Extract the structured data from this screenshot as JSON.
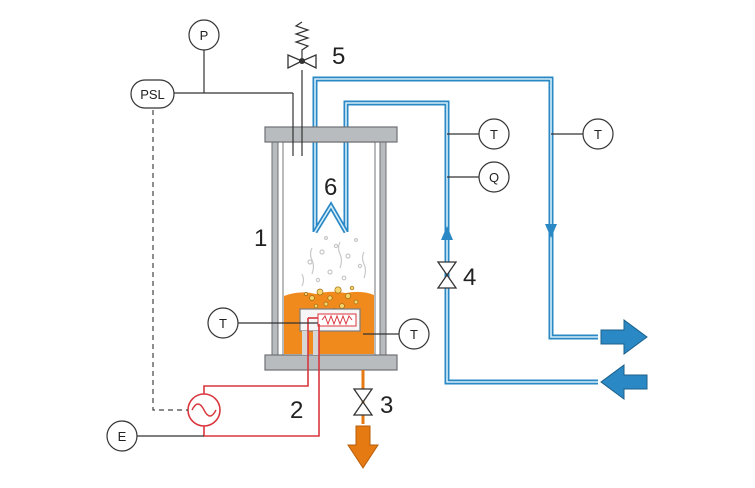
{
  "colors": {
    "water": "#2a88c4",
    "water_inner": "#d6eefa",
    "liquid": "#f08a1c",
    "heater_wire": "#d9363e",
    "steel": "#b9bcbf",
    "steel_dark": "#6d7074",
    "outlet_arrow": "#e57a12",
    "signal": "#444444"
  },
  "labels": {
    "vessel": "1",
    "heater": "2",
    "drain_valve": "3",
    "coolant_valve": "4",
    "relief_valve": "5",
    "condenser": "6"
  },
  "instruments": {
    "pressure": "P",
    "pressure_switch": "PSL",
    "energy": "E",
    "flow": "Q",
    "temperature": "T"
  }
}
